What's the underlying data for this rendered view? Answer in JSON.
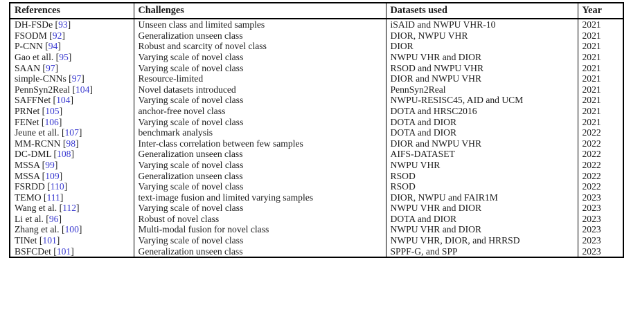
{
  "table": {
    "columns": [
      {
        "key": "references",
        "label": "References"
      },
      {
        "key": "challenges",
        "label": "Challenges"
      },
      {
        "key": "datasets",
        "label": "Datasets used"
      },
      {
        "key": "year",
        "label": "Year"
      }
    ],
    "accent_citation_color": "#3a3ad0",
    "rule_color": "#000000",
    "rows": [
      {
        "method": "DH-FSDe",
        "citation": "93",
        "challenges": "Unseen class and limited samples",
        "datasets": "iSAID and NWPU VHR-10",
        "year": "2021"
      },
      {
        "method": "FSODM",
        "citation": "92",
        "challenges": "Generalization unseen class",
        "datasets": "DIOR, NWPU VHR",
        "year": "2021"
      },
      {
        "method": "P-CNN",
        "citation": "94",
        "challenges": "Robust and scarcity of novel class",
        "datasets": "DIOR",
        "year": "2021"
      },
      {
        "method": "Gao et all.",
        "citation": "95",
        "challenges": "Varying scale of novel class",
        "datasets": "NWPU VHR and DIOR",
        "year": "2021"
      },
      {
        "method": "SAAN",
        "citation": "97",
        "challenges": "Varying scale of novel class",
        "datasets": "RSOD and NWPU VHR",
        "year": "2021"
      },
      {
        "method": "simple-CNNs",
        "citation": "97",
        "challenges": "Resource-limited",
        "datasets": "DIOR and NWPU VHR",
        "year": "2021"
      },
      {
        "method": "PennSyn2Real",
        "citation": "104",
        "challenges": "Novel datasets introduced",
        "datasets": "PennSyn2Real",
        "year": "2021"
      },
      {
        "method": "SAFFNet",
        "citation": "104",
        "challenges": "Varying scale of novel class",
        "datasets": "NWPU-RESISC45, AID and UCM",
        "year": "2021"
      },
      {
        "method": "PRNet",
        "citation": "105",
        "challenges": "anchor-free novel class",
        "datasets": "DOTA and HRSC2016",
        "year": "2021"
      },
      {
        "method": "FENet",
        "citation": "106",
        "challenges": "Varying scale of novel class",
        "datasets": "DOTA and DIOR",
        "year": "2021"
      },
      {
        "method": "Jeune et all.",
        "citation": "107",
        "challenges": "benchmark analysis",
        "datasets": "DOTA and DIOR",
        "year": "2022"
      },
      {
        "method": "MM-RCNN",
        "citation": "98",
        "challenges": "Inter-class correlation between few samples",
        "datasets": "DIOR and NWPU VHR",
        "year": "2022"
      },
      {
        "method": "DC-DML",
        "citation": "108",
        "challenges": "Generalization unseen class",
        "datasets": "AIFS-DATASET",
        "year": "2022"
      },
      {
        "method": "MSSA",
        "citation": "99",
        "challenges": "Varying scale of novel class",
        "datasets": "NWPU VHR",
        "year": "2022"
      },
      {
        "method": "MSSA",
        "citation": "109",
        "challenges": "Generalization unseen class",
        "datasets": "RSOD",
        "year": "2022"
      },
      {
        "method": "FSRDD",
        "citation": "110",
        "challenges": "Varying scale of novel class",
        "datasets": "RSOD",
        "year": "2022"
      },
      {
        "method": "TEMO",
        "citation": "111",
        "challenges": "text-image fusion and limited varying samples",
        "datasets": "DIOR, NWPU and FAIR1M",
        "year": "2023"
      },
      {
        "method": "Wang et al.",
        "citation": "112",
        "challenges": "Varying scale of novel class",
        "datasets": "NWPU VHR and DIOR",
        "year": "2023"
      },
      {
        "method": "Li et al.",
        "citation": "96",
        "challenges": "Robust of novel class",
        "datasets": "DOTA and DIOR",
        "year": "2023"
      },
      {
        "method": "Zhang et al.",
        "citation": "100",
        "challenges": "Multi-modal fusion for novel class",
        "datasets": "NWPU VHR and DIOR",
        "year": "2023"
      },
      {
        "method": "TINet",
        "citation": "101",
        "challenges": "Varying scale of novel class",
        "datasets": "NWPU VHR, DIOR, and HRRSD",
        "year": "2023"
      },
      {
        "method": "BSFCDet",
        "citation": "101",
        "challenges": "Generalization unseen class",
        "datasets": "SPPF-G, and SPP",
        "year": "2023"
      }
    ]
  }
}
